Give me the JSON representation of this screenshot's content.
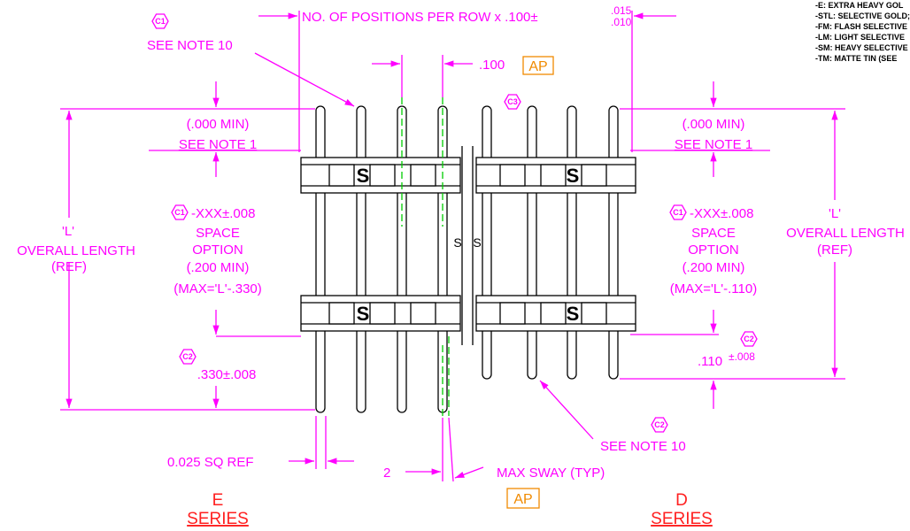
{
  "top_dim": {
    "label": "NO. OF POSITIONS PER ROW x .100±",
    "tol_upper": ".015",
    "tol_lower": ".010"
  },
  "pitch": {
    "label": ".100",
    "tag": "AP"
  },
  "plating_legend": [
    "-E: EXTRA HEAVY GOL",
    "-STL: SELECTIVE GOLD;",
    "-FM: FLASH SELECTIVE",
    "-LM: LIGHT SELECTIVE",
    "-SM: HEAVY SELECTIVE",
    "-TM: MATTE TIN (SEE"
  ],
  "rev_markers": {
    "c1": "C1",
    "c2": "C2",
    "c3": "C3"
  },
  "left": {
    "note10": "SEE NOTE 10",
    "min_label": "(.000 MIN)",
    "note1": "SEE NOTE 1",
    "xxx_dim": "-XXX±.008",
    "space": "SPACE",
    "option": "OPTION",
    "min200": "(.200 MIN)",
    "max": "(MAX='L'-.330)",
    "l_label": "'L'",
    "overall_length": "OVERALL LENGTH",
    "ref": "(REF)",
    "bottom_dim": ".330±.008"
  },
  "right": {
    "min_label": "(.000 MIN)",
    "note1": "SEE NOTE 1",
    "xxx_dim": "-XXX±.008",
    "space": "SPACE",
    "option": "OPTION",
    "min200": "(.200 MIN)",
    "max": "(MAX='L'-.110)",
    "l_label": "'L'",
    "overall_length": "OVERALL LENGTH",
    "ref": "(REF)",
    "bottom_dim_value": ".110",
    "bottom_dim_tol": "±.008",
    "note10": "SEE NOTE 10"
  },
  "bottom": {
    "sq_ref": "0.025 SQ REF",
    "sway_value": "2",
    "sway_label": "MAX SWAY (TYP)",
    "sway_tag": "AP"
  },
  "series": {
    "e_letter": "E",
    "e_label": "SERIES",
    "d_letter": "D",
    "d_label": "SERIES"
  },
  "break_mark": "S",
  "housing_mark": "S"
}
